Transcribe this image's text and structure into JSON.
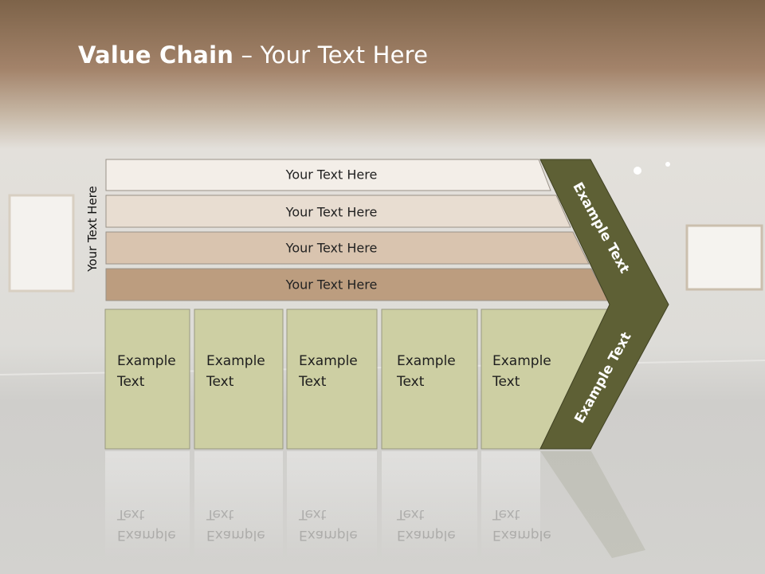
{
  "title": {
    "bold": "Value Chain",
    "rest": " – Your Text Here"
  },
  "side_label": "Your Text Here",
  "rows": [
    {
      "label": "Your Text Here",
      "color": "#F3EEE8"
    },
    {
      "label": "Your Text Here",
      "color": "#E8DDD1"
    },
    {
      "label": "Your Text Here",
      "color": "#D9C4AF"
    },
    {
      "label": "Your Text Here",
      "color": "#BC9D7F"
    }
  ],
  "columns": [
    {
      "line1": "Example",
      "line2": "Text"
    },
    {
      "line1": "Example",
      "line2": "Text"
    },
    {
      "line1": "Example",
      "line2": "Text"
    },
    {
      "line1": "Example",
      "line2": "Text"
    },
    {
      "line1": "Example",
      "line2": "Text"
    }
  ],
  "chevron": {
    "upper": "Example Text",
    "lower": "Example Text",
    "color": "#5E6035"
  },
  "colors": {
    "column_fill": "#CDCFA3",
    "header_band": "#9C7D5E"
  }
}
